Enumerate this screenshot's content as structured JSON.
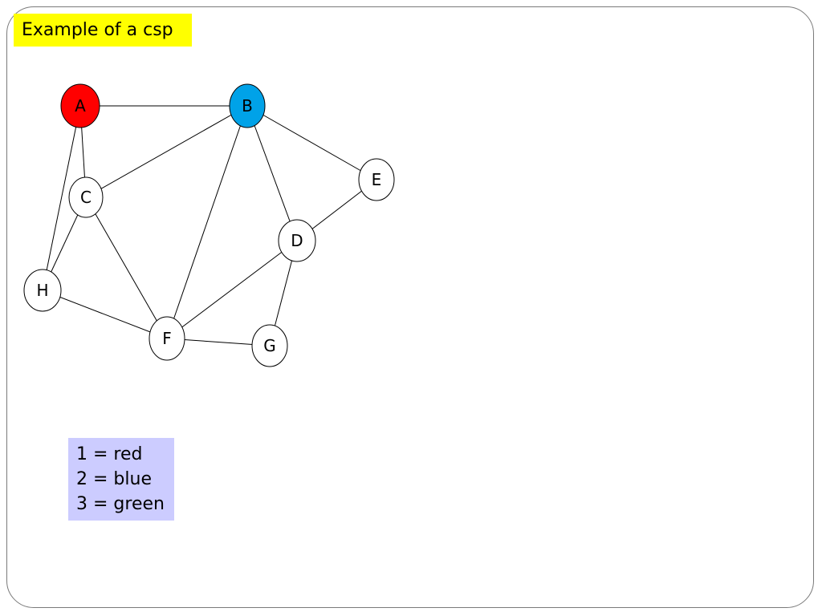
{
  "slide": {
    "title": "Example of a csp"
  },
  "graph": {
    "nodes": [
      {
        "id": "A",
        "label": "A",
        "fill": "#ff0000"
      },
      {
        "id": "B",
        "label": "B",
        "fill": "#00a2e8"
      },
      {
        "id": "C",
        "label": "C",
        "fill": "#ffffff"
      },
      {
        "id": "D",
        "label": "D",
        "fill": "#ffffff"
      },
      {
        "id": "E",
        "label": "E",
        "fill": "#ffffff"
      },
      {
        "id": "F",
        "label": "F",
        "fill": "#ffffff"
      },
      {
        "id": "G",
        "label": "G",
        "fill": "#ffffff"
      },
      {
        "id": "H",
        "label": "H",
        "fill": "#ffffff"
      }
    ],
    "edges": [
      [
        "A",
        "B"
      ],
      [
        "A",
        "C"
      ],
      [
        "A",
        "H"
      ],
      [
        "B",
        "C"
      ],
      [
        "B",
        "E"
      ],
      [
        "B",
        "D"
      ],
      [
        "B",
        "F"
      ],
      [
        "C",
        "H"
      ],
      [
        "C",
        "F"
      ],
      [
        "D",
        "E"
      ],
      [
        "D",
        "F"
      ],
      [
        "D",
        "G"
      ],
      [
        "H",
        "F"
      ],
      [
        "F",
        "G"
      ]
    ]
  },
  "legend": {
    "lines": [
      "1 = red",
      "2 = blue",
      "3 = green"
    ]
  },
  "colors": {
    "title_background": "#ffff00",
    "legend_background": "#ccccff",
    "red": "#ff0000",
    "blue": "#00a2e8"
  }
}
